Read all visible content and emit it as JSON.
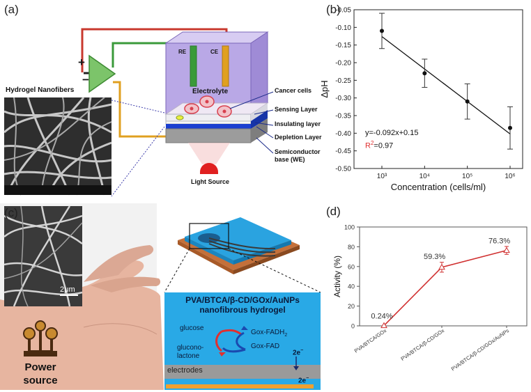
{
  "panels": {
    "a": {
      "label": "(a)",
      "hydrogel_title": "Hydrogel Nanofibers",
      "electrode_re": "RE",
      "electrode_ce": "CE",
      "opamp_plus": "+",
      "opamp_minus": "−",
      "electrolyte": "Electrolyte",
      "callouts": [
        "Cancer cells",
        "Sensing Layer",
        "Insulating layer",
        "Depletion Layer",
        "Semiconductor",
        "base (WE)"
      ],
      "light_source": "Light Source",
      "colors": {
        "red_wire": "#c8382e",
        "green_wire": "#3a9a3a",
        "yellow_wire": "#e0a020",
        "electrolyte": "#b9a8e6",
        "depletion": "#1b3fd0"
      }
    },
    "b": {
      "label": "(b)",
      "equation": "y=-0.092x+0.15",
      "r2_prefix": "R",
      "r2_sup": "2",
      "r2_value": "=0.97",
      "r2_color": "#e03030"
    },
    "c": {
      "label": "(c)",
      "scale_bar": "2μm",
      "power_line1": "Power",
      "power_line2": "source",
      "hydrogel_title_line1": "PVA/BTCA/β-CD/GOx/AuNPs",
      "hydrogel_title_line2": "nanofibrous hydrogel",
      "glucose": "glucose",
      "gluconolactone_line1": "glucono-",
      "gluconolactone_line2": "lactone",
      "gox_fadh2": "Gox-FADH",
      "gox_fadh2_sub": "2",
      "gox_fad": "Gox-FAD",
      "electron1": "2e",
      "electron2": "2e",
      "electrodes": "electrodes",
      "colors": {
        "panel_blue": "#29a9e6",
        "electrode_orange": "#f0a030",
        "grey_layer": "#9a9a9a",
        "arrow_red": "#e03030",
        "arrow_blue": "#1a4ab0"
      }
    },
    "d": {
      "label": "(d)"
    }
  },
  "chart_data": [
    {
      "type": "scatter",
      "panel": "b",
      "title": "",
      "xlabel": "Concentration (cells/ml)",
      "ylabel": "ΔpH",
      "x_scale": "log",
      "x": [
        1000,
        10000,
        100000,
        1000000
      ],
      "x_tick_labels": [
        "10³",
        "10⁴",
        "10⁵",
        "10⁶"
      ],
      "y": [
        -0.11,
        -0.23,
        -0.31,
        -0.385
      ],
      "y_err": [
        0.05,
        0.04,
        0.05,
        0.06
      ],
      "ylim": [
        -0.5,
        -0.05
      ],
      "y_ticks": [
        "-0.05",
        "-0.10",
        "-0.15",
        "-0.20",
        "-0.25",
        "-0.30",
        "-0.35",
        "-0.40",
        "-0.45",
        "-0.50"
      ],
      "fit_line": {
        "slope": -0.092,
        "intercept": 0.15
      },
      "grid": false
    },
    {
      "type": "line",
      "panel": "d",
      "title": "",
      "xlabel": "",
      "ylabel": "Activity (%)",
      "categories": [
        "PVA/BTCA/GOx",
        "PVA/BTCA/β-CD/GOx",
        "PVA/BTCA/β-CD/GOx/AuNPs"
      ],
      "values": [
        0.24,
        59.3,
        76.3
      ],
      "value_labels": [
        "0.24%",
        "59.3%",
        "76.3%"
      ],
      "y_err": [
        0,
        5,
        4
      ],
      "ylim": [
        0,
        100
      ],
      "y_ticks": [
        "0",
        "20",
        "40",
        "60",
        "80",
        "100"
      ],
      "line_color": "#d03030",
      "grid": false
    }
  ]
}
